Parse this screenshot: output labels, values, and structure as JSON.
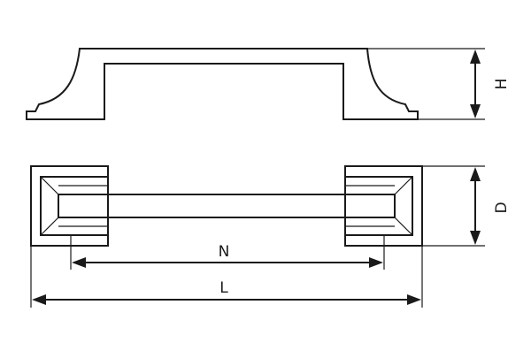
{
  "dimensions": {
    "height_label": "H",
    "depth_label": "D",
    "hole_spacing_label": "N",
    "length_label": "L"
  }
}
